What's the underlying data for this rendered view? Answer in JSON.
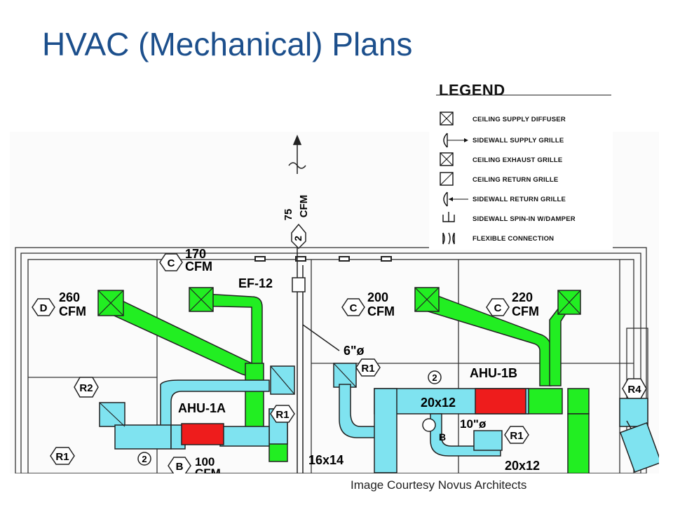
{
  "slide": {
    "title": "HVAC (Mechanical) Plans",
    "caption": "Image Courtesy Novus Architects"
  },
  "legend": {
    "title": "LEGEND",
    "items": [
      {
        "icon": "ceiling-supply-diffuser-icon",
        "label": "CEILING SUPPLY DIFFUSER"
      },
      {
        "icon": "sidewall-supply-grille-icon",
        "label": "SIDEWALL SUPPLY GRILLE"
      },
      {
        "icon": "ceiling-exhaust-grille-icon",
        "label": "CEILING EXHAUST GRILLE"
      },
      {
        "icon": "ceiling-return-grille-icon",
        "label": "CEILING RETURN GRILLE"
      },
      {
        "icon": "sidewall-return-grille-icon",
        "label": "SIDEWALL RETURN GRILLE"
      },
      {
        "icon": "sidewall-spin-in-icon",
        "label": "SIDEWALL SPIN-IN W/DAMPER"
      },
      {
        "icon": "flexible-connection-icon",
        "label": "FLEXIBLE CONNECTION"
      }
    ]
  },
  "plan": {
    "exhaust_cfm_value": "75",
    "exhaust_cfm_unit": "CFM",
    "exhaust_tag": "2",
    "fan_label": "EF-12",
    "pipe_size": "6\"ø",
    "tags": {
      "c": "C",
      "d": "D",
      "r1": "R1",
      "r2": "R2",
      "r4": "R4",
      "b": "B",
      "two": "2",
      "tb": "B"
    },
    "cfm_170": "170",
    "cfm_260": "260",
    "cfm_200": "200",
    "cfm_220": "220",
    "cfm_100": "100",
    "cfm_unit": "CFM",
    "ahu_1a": "AHU-1A",
    "ahu_1b": "AHU-1B",
    "duct_16x14": "16x14",
    "duct_20x12_top": "20x12",
    "duct_20x12_bottom": "20x12",
    "pipe_10": "10\"ø"
  },
  "colors": {
    "title": "#1c4f8c",
    "supply_duct": "#22ee22",
    "return_duct": "#7fe3f0",
    "unit": "#ee1c1c"
  }
}
